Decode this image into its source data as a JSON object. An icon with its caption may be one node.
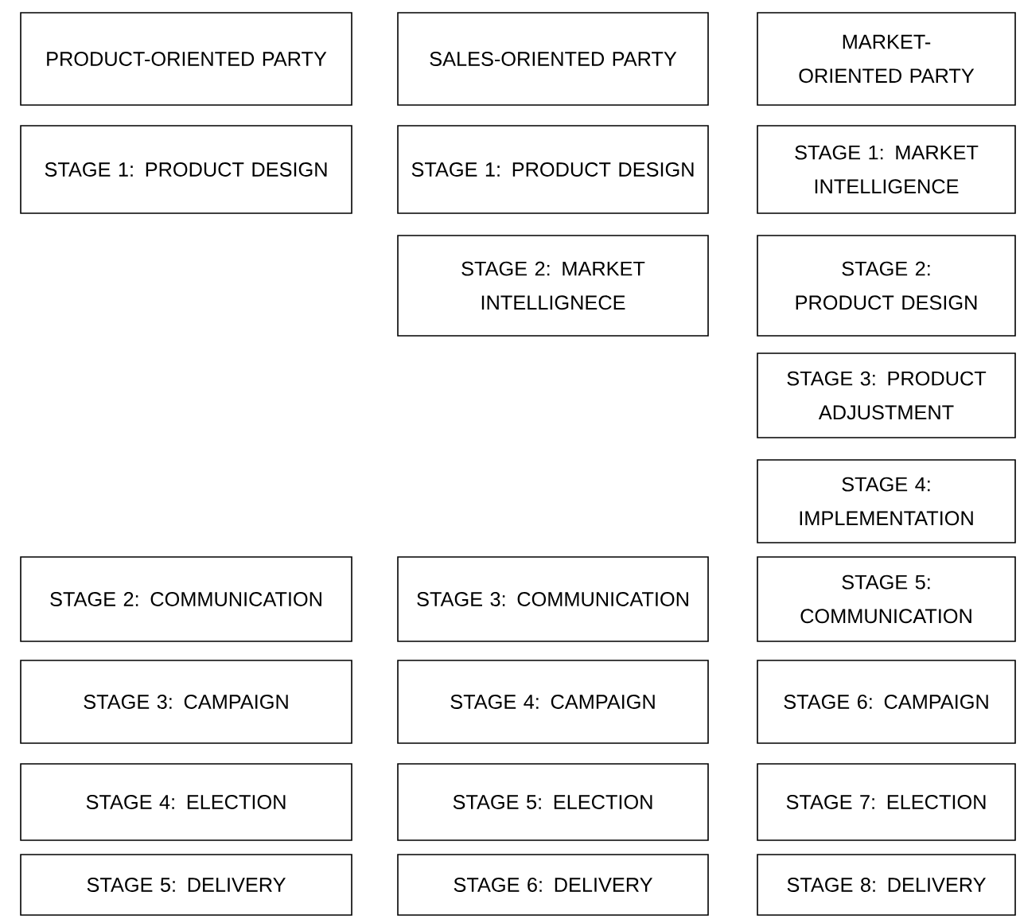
{
  "diagram": {
    "nodes": [
      {
        "text": [
          "PRODUCT-ORIENTED PARTY"
        ]
      },
      {
        "text": [
          "STAGE 1: PRODUCT DESIGN"
        ]
      },
      {
        "text": [
          "STAGE 2: COMMUNICATION"
        ]
      },
      {
        "text": [
          "STAGE 3: CAMPAIGN"
        ]
      },
      {
        "text": [
          "STAGE 4: ELECTION"
        ]
      },
      {
        "text": [
          "STAGE 5: DELIVERY"
        ]
      },
      {
        "text": [
          "SALES-ORIENTED PARTY"
        ]
      },
      {
        "text": [
          "STAGE 1: PRODUCT DESIGN"
        ]
      },
      {
        "text": [
          "STAGE 2: MARKET INTELLIGNECE"
        ]
      },
      {
        "text": [
          "STAGE 3: COMMUNICATION"
        ]
      },
      {
        "text": [
          "STAGE 4: CAMPAIGN"
        ]
      },
      {
        "text": [
          "STAGE 5: ELECTION"
        ]
      },
      {
        "text": [
          "STAGE 6: DELIVERY"
        ]
      },
      {
        "text": [
          "MARKET-ORIENTED PARTY"
        ]
      },
      {
        "text": [
          "STAGE 1: MARKET INTELLIGENCE"
        ]
      },
      {
        "text": [
          "STAGE 2: PRODUCT DESIGN"
        ]
      },
      {
        "text": [
          "STAGE 3: PRODUCT ADJUSTMENT"
        ]
      },
      {
        "text": [
          "STAGE 4: IMPLEMENTATION"
        ]
      },
      {
        "text": [
          "STAGE 5: COMMUNICATION"
        ]
      },
      {
        "text": [
          "STAGE 6: CAMPAIGN"
        ]
      },
      {
        "text": [
          "STAGE 7: ELECTION"
        ]
      },
      {
        "text": [
          "STAGE 8: DELIVERY"
        ]
      }
    ]
  }
}
